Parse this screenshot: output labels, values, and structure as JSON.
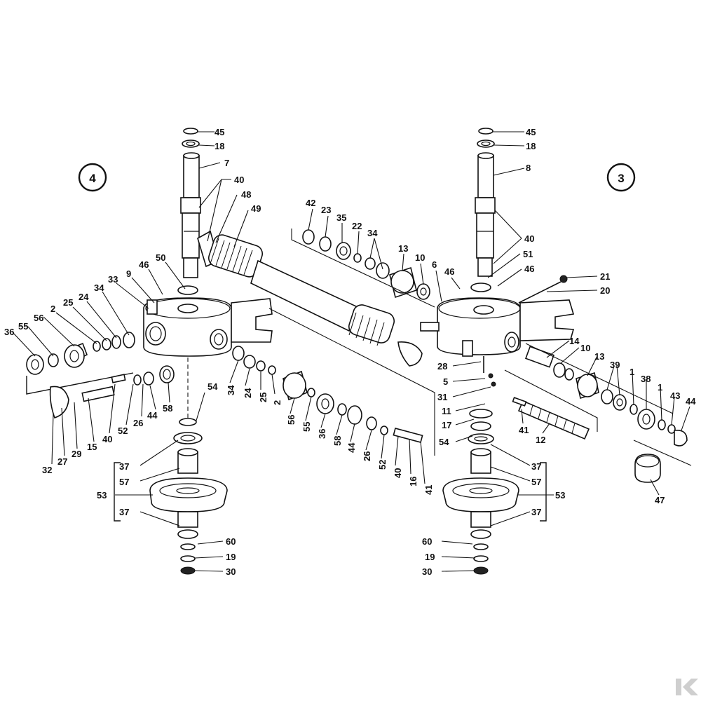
{
  "assemblies": [
    {
      "id": "assembly-4",
      "label": "4"
    },
    {
      "id": "assembly-3",
      "label": "3"
    }
  ],
  "labels": {
    "l45a": "45",
    "l18a": "18",
    "l7": "7",
    "l40a": "40",
    "l48": "48",
    "l49": "49",
    "l50a": "50",
    "l46a": "46",
    "l9": "9",
    "l33": "33",
    "l34a": "34",
    "l24a": "24",
    "l25a": "25",
    "l2a": "2",
    "l56a": "56",
    "l55a": "55",
    "l36a": "36",
    "l32": "32",
    "l27": "27",
    "l29": "29",
    "l15": "15",
    "l40b": "40",
    "l52a": "52",
    "l26a": "26",
    "l44a": "44",
    "l58a": "58",
    "l54a": "54",
    "l37a": "37",
    "l57a": "57",
    "l53a": "53",
    "l37b": "37",
    "l60a": "60",
    "l19a": "19",
    "l30a": "30",
    "l34b": "34",
    "l24b": "24",
    "l25b": "25",
    "l2b": "2",
    "l56b": "56",
    "l55b": "55",
    "l36b": "36",
    "l58b": "58",
    "l44b": "44",
    "l26b": "26",
    "l52b": "52",
    "l40c": "40",
    "l16": "16",
    "l41a": "41",
    "l42": "42",
    "l23": "23",
    "l35": "35",
    "l22": "22",
    "l34c": "34",
    "l13a": "13",
    "l10a": "10",
    "l6": "6",
    "l46b": "46",
    "l45b": "45",
    "l18b": "18",
    "l8": "8",
    "l40d": "40",
    "l51": "51",
    "l46c": "46",
    "l21": "21",
    "l20": "20",
    "l28": "28",
    "l5": "5",
    "l31": "31",
    "l11": "11",
    "l17": "17",
    "l54b": "54",
    "l14": "14",
    "l10b": "10",
    "l13b": "13",
    "l39": "39",
    "l1a": "1",
    "l38": "38",
    "l1b": "1",
    "l43": "43",
    "l44c": "44",
    "l41b": "41",
    "l12": "12",
    "l47": "47",
    "l37c": "37",
    "l57b": "57",
    "l53b": "53",
    "l37d": "37",
    "l60b": "60",
    "l19b": "19",
    "l30b": "30"
  }
}
